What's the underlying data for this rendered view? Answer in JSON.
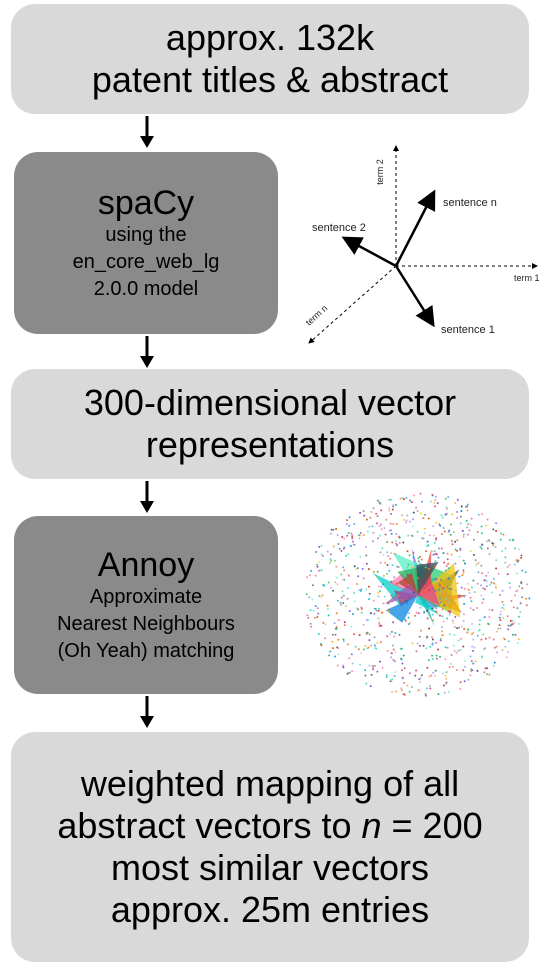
{
  "colors": {
    "light_box": "#d9d9d9",
    "dark_box": "#8a8a8a",
    "arrow": "#000000"
  },
  "step1": {
    "line1": "approx. 132k",
    "line2": "patent titles & abstract"
  },
  "step2": {
    "title": "spaCy",
    "line1": "using the",
    "line2": "en_core_web_lg",
    "line3": "2.0.0 model"
  },
  "vector_figure": {
    "axis_y_label": "term 2",
    "axis_x_label": "term 1",
    "axis_diag_label": "term n",
    "vec_n_label": "sentence n",
    "vec_2_label": "sentence 2",
    "vec_1_label": "sentence 1"
  },
  "step3": {
    "line1": "300-dimensional vector",
    "line2": "representations"
  },
  "step4": {
    "title": "Annoy",
    "line1": "Approximate",
    "line2": "Nearest Neighbours",
    "line3": "(Oh Yeah) matching"
  },
  "step5": {
    "line1": "weighted mapping of all",
    "line2_prefix": "abstract vectors to ",
    "line2_var": "n",
    "line2_suffix": " = 200",
    "line3": "most similar vectors",
    "line4": "approx. 25m entries"
  }
}
